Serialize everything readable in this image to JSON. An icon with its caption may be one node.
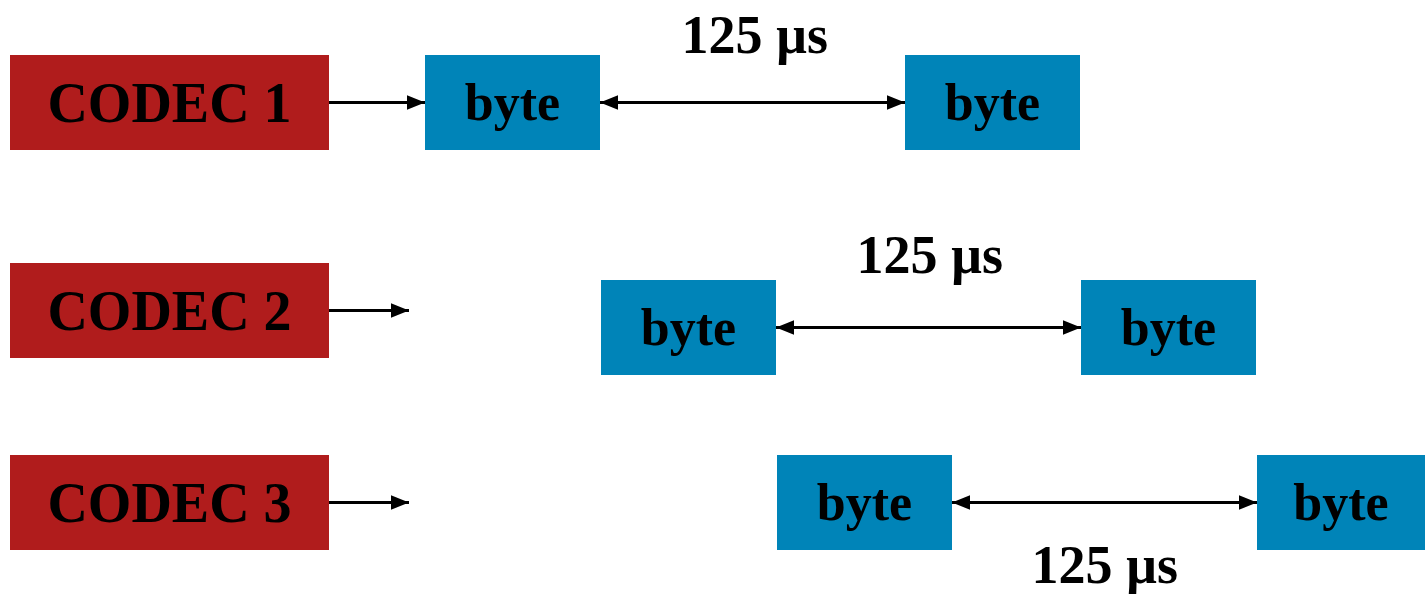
{
  "diagram": {
    "nodes": [
      {
        "text": [
          "CODEC 1"
        ]
      },
      {
        "text": [
          "byte"
        ]
      },
      {
        "text": [
          "byte"
        ]
      },
      {
        "text": [
          "CODEC 2"
        ]
      },
      {
        "text": [
          "byte"
        ]
      },
      {
        "text": [
          "byte"
        ]
      },
      {
        "text": [
          "CODEC 3"
        ]
      },
      {
        "text": [
          "byte"
        ]
      },
      {
        "text": [
          "byte"
        ]
      }
    ],
    "edges": [
      {
        "from": 0,
        "to": 1,
        "arrow": "to"
      },
      {
        "from": 1,
        "to": 2,
        "arrow": "both",
        "label": "125 µs"
      },
      {
        "from": 3,
        "to": null,
        "arrow": "to"
      },
      {
        "from": 4,
        "to": 5,
        "arrow": "both",
        "label": "125 µs"
      },
      {
        "from": 6,
        "to": null,
        "arrow": "to"
      },
      {
        "from": 7,
        "to": 8,
        "arrow": "both",
        "label": "125 µs"
      }
    ]
  }
}
